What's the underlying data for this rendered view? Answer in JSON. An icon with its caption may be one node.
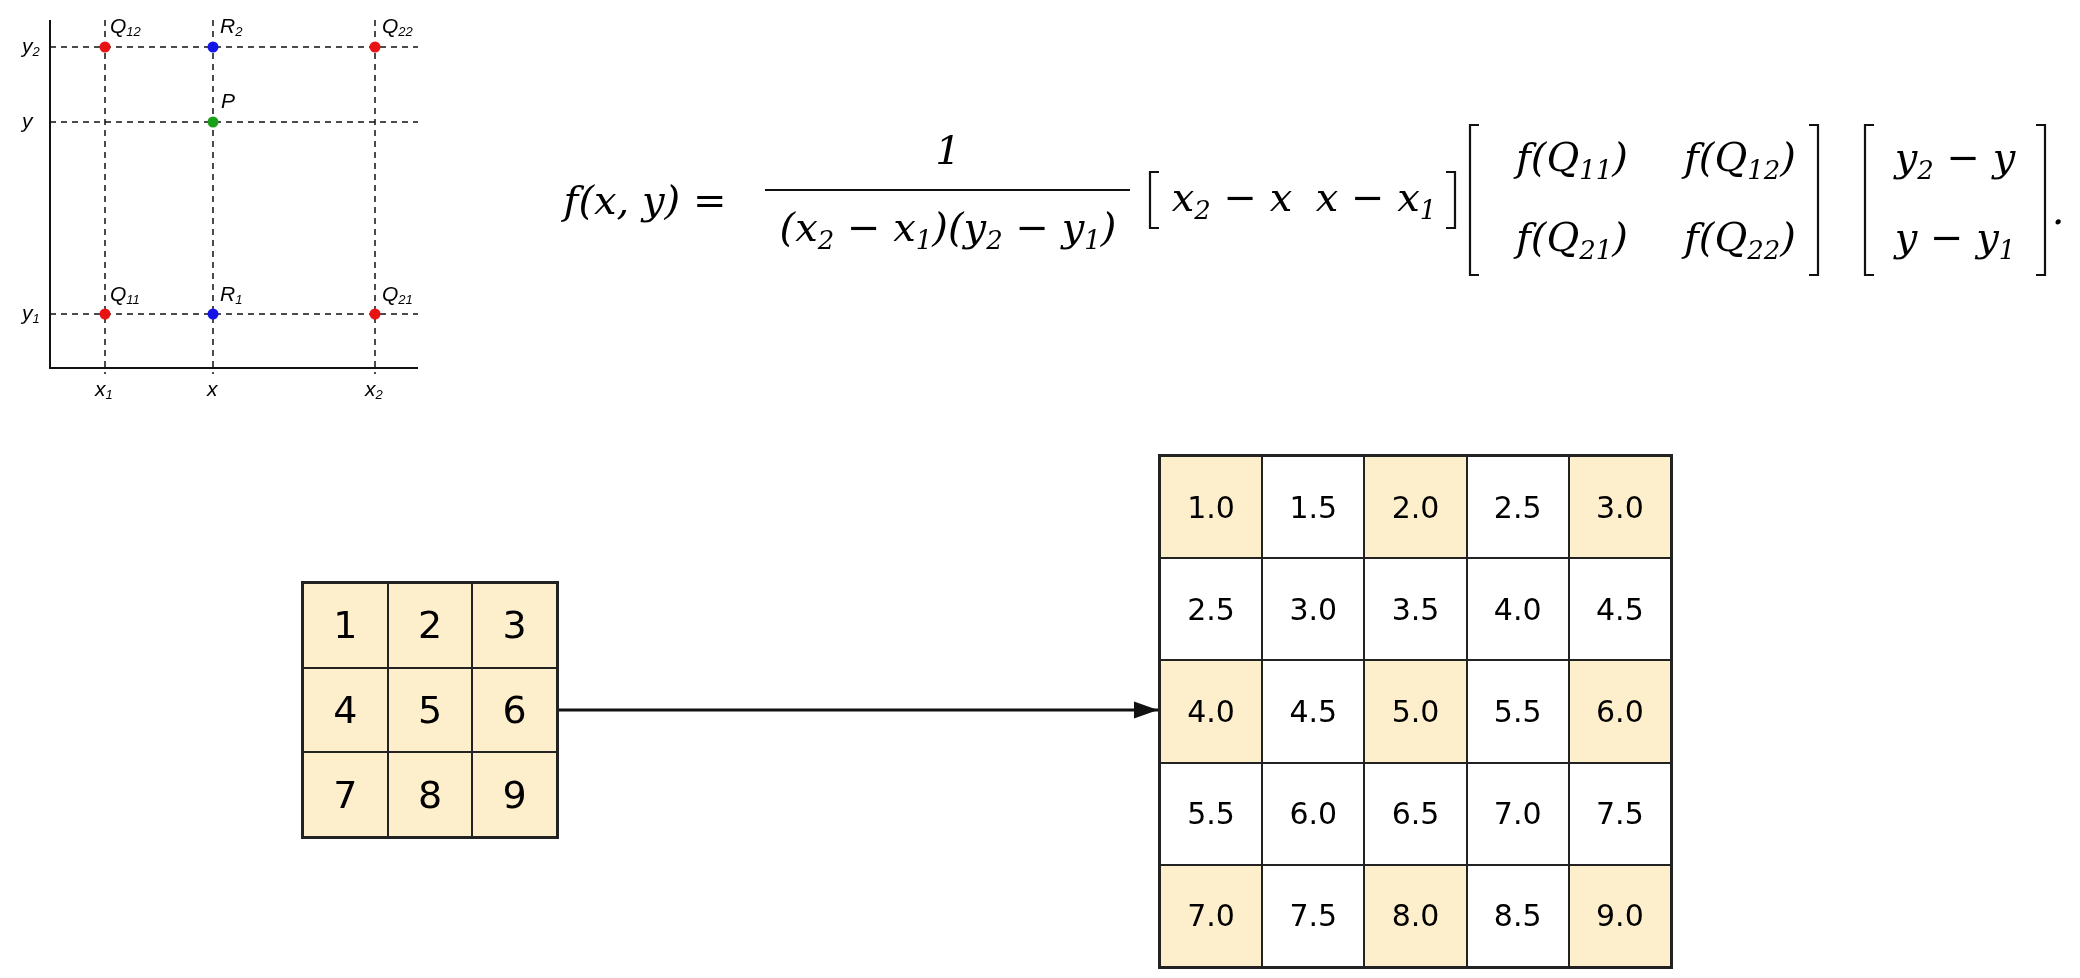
{
  "diagram": {
    "nodes": [
      {
        "text": [],
        "shape": "box"
      },
      {
        "text": [],
        "shape": "box"
      }
    ],
    "edges": [
      {
        "from": 0,
        "to": 1,
        "arrow": "to"
      }
    ],
    "labels": [
      "y$_{2}$",
      "Q$_{12}$",
      "R$_{2}$",
      "Q$_{22}$",
      "y",
      "P",
      "y$_{1}$",
      "Q$_{11}$",
      "R$_{1}$",
      "Q$_{21}$",
      "x$_{1}$",
      "x",
      "x$_{2}$",
      "f(x, y) =",
      "1",
      "(x$_{2}$ − x$_{1}$)(y$_{2}$ − y$_{1}$)",
      "x$_{2}$ − x",
      "x − x$_{1}$",
      "f(Q$_{11}$)",
      "f(Q$_{12}$)",
      "f(Q$_{21}$)",
      "f(Q$_{22}$)",
      "y$_{2}$ − y",
      "y − y$_{1}$",
      ".",
      "1",
      "2",
      "3",
      "4",
      "5",
      "6",
      "7",
      "8",
      "9",
      "1.0",
      "1.5",
      "2.0",
      "2.5",
      "3.0",
      "2.5",
      "3.0",
      "3.5",
      "4.0",
      "4.5",
      "4.0",
      "4.5",
      "5.0",
      "5.5",
      "6.0",
      "5.5",
      "6.0",
      "6.5",
      "7.0",
      "7.5",
      "7.0",
      "7.5",
      "8.0",
      "8.5",
      "9.0"
    ]
  }
}
